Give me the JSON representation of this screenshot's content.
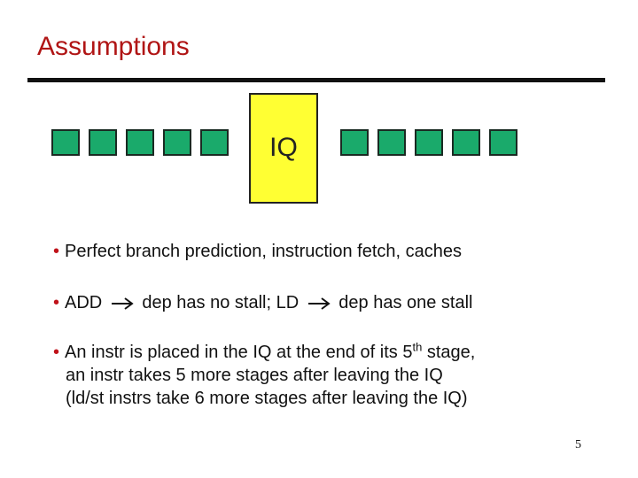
{
  "slide": {
    "title": "Assumptions",
    "page_number": "5"
  },
  "diagram": {
    "queue_label": "IQ",
    "stages_before": 5,
    "stages_after": 5,
    "colors": {
      "stage_fill": "#1aaa6b",
      "queue_fill": "#ffff33",
      "title": "#b01515",
      "bullet_dot": "#c0121a"
    }
  },
  "bullets": [
    {
      "text": "Perfect branch prediction, instruction fetch, caches"
    },
    {
      "part1": "ADD",
      "part2": "dep has no stall;  LD",
      "part3": "dep has one stall"
    },
    {
      "line1_a": "An instr is placed in the IQ at the end of its 5",
      "line1_sup": "th",
      "line1_b": " stage,",
      "line2": "an instr takes 5 more stages after leaving the IQ",
      "line3": "(ld/st instrs take 6 more stages after leaving the IQ)"
    }
  ]
}
